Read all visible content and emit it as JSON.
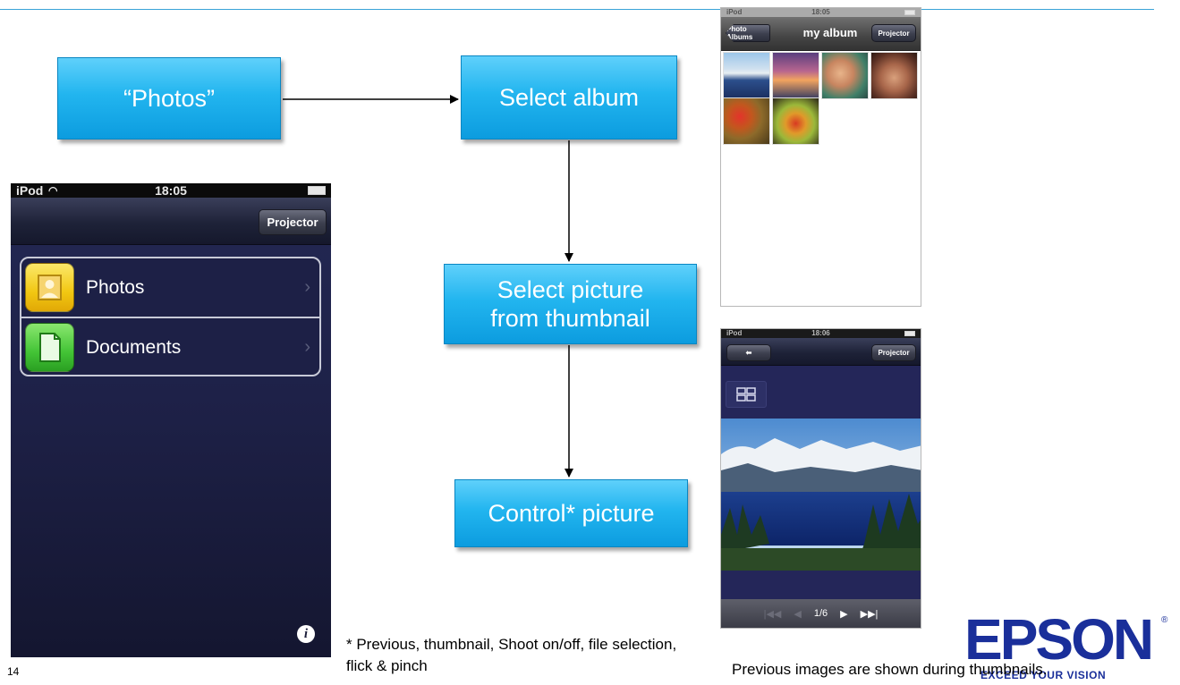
{
  "flow": {
    "photos": "“Photos”",
    "select_album": "Select album",
    "select_picture": "Select picture from thumbnail",
    "control_picture": "Control* picture"
  },
  "phone_main": {
    "carrier": "iPod",
    "time": "18:05",
    "projector_button": "Projector",
    "menu": [
      {
        "label": "Photos",
        "icon": "photos-icon",
        "icon_color": "#f5d21e"
      },
      {
        "label": "Documents",
        "icon": "documents-icon",
        "icon_color": "#4cc83c"
      }
    ],
    "info_icon": "i"
  },
  "phone_album": {
    "carrier": "iPod",
    "time": "18:05",
    "back_button": "Photo Albums",
    "title": "my album",
    "projector_button": "Projector"
  },
  "phone_viewer": {
    "carrier": "iPod",
    "time": "18:06",
    "projector_button": "Projector",
    "counter": "1/6"
  },
  "footnote": "* Previous, thumbnail, Shoot on/off, file selection, flick & pinch",
  "footnote_line1": "* Previous, thumbnail, Shoot on/off, file selection,",
  "footnote_line2": "flick & pinch",
  "caption": "Previous images are shown during thumbnails.",
  "page_number": "14",
  "logo": {
    "brand": "EPSON",
    "tagline": "EXCEED YOUR VISION",
    "color": "#1a2f9a"
  },
  "colors": {
    "flow_box": "#22b5ef",
    "accent_line": "#3aa3d8"
  }
}
